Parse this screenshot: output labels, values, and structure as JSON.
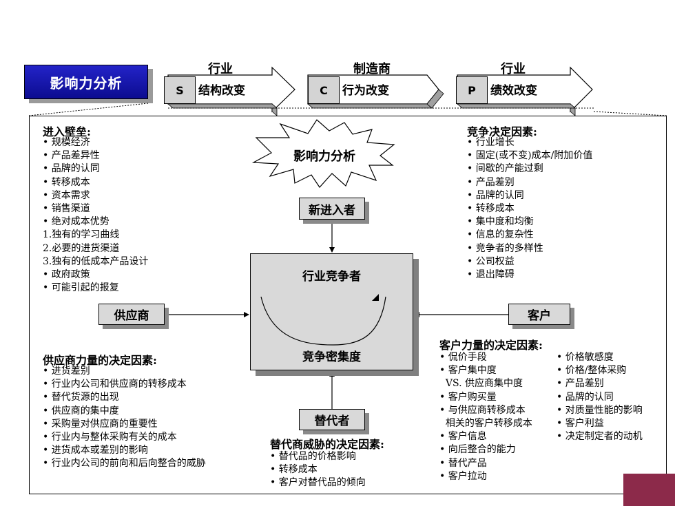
{
  "title": "影响力分析",
  "scp": [
    {
      "top": "行业",
      "letter": "S",
      "text": "结构改变"
    },
    {
      "top": "制造商",
      "letter": "C",
      "text": "行为改变"
    },
    {
      "top": "行业",
      "letter": "P",
      "text": "绩效改变"
    }
  ],
  "burst_label": "影响力分析",
  "entry_barriers": {
    "heading": "进入壁垒:",
    "items": [
      "• 规模经济",
      "• 产品差异性",
      "• 品牌的认同",
      "• 转移成本",
      "• 资本需求",
      "• 销售渠道",
      "• 绝对成本优势",
      "1.独有的学习曲线",
      "2.必要的进货渠道",
      "3.独有的低成本产品设计",
      "• 政府政策",
      "• 可能引起的报复"
    ]
  },
  "competition_factors": {
    "heading": "竞争决定因素:",
    "items": [
      "• 行业增长",
      "• 固定(或不变)成本/附加价值",
      "• 间歇的产能过剩",
      "• 产品差别",
      "• 品牌的认同",
      "• 转移成本",
      "• 集中度和均衡",
      "• 信息的复杂性",
      "• 竞争者的多样性",
      "• 公司权益",
      "• 退出障碍"
    ]
  },
  "boxes": {
    "new_entrants": "新进入者",
    "suppliers": "供应商",
    "customers": "客户",
    "substitutes": "替代者"
  },
  "center": {
    "title": "行业竞争者",
    "subtitle": "竞争密集度"
  },
  "supplier_power": {
    "heading": "供应商力量的决定因素:",
    "items": [
      "• 进货差别",
      "• 行业内公司和供应商的转移成本",
      "• 替代货源的出现",
      "• 供应商的集中度",
      "• 采购量对供应商的重要性",
      "• 行业内与整体采购有关的成本",
      "• 进货成本或差别的影响",
      "• 行业内公司的前向和后向整合的威胁"
    ]
  },
  "substitute_threat": {
    "heading": "替代商威胁的决定因素:",
    "items": [
      "• 替代品的价格影响",
      "• 转移成本",
      "• 客户对替代品的倾向"
    ]
  },
  "customer_power": {
    "heading": "客户力量的决定因素:",
    "col1": [
      "• 侃价手段",
      "• 客户集中度",
      "  VS. 供应商集中度",
      "• 客户购买量",
      "• 与供应商转移成本",
      "  相关的客户转移成本",
      "• 客户信息",
      "• 向后整合的能力",
      "• 替代产品",
      "• 客户拉动"
    ],
    "col2": [
      "• 价格敏感度",
      "• 价格/整体采购",
      "• 产品差别",
      "• 品牌的认同",
      "• 对质量性能的影响",
      "• 客户利益",
      "• 决定制定者的动机"
    ]
  },
  "colors": {
    "badge": "#1a1ab4",
    "box_fill": "#d9d9d9",
    "shadow": "#8a8a8a",
    "page_tab": "#8c2a4a"
  }
}
